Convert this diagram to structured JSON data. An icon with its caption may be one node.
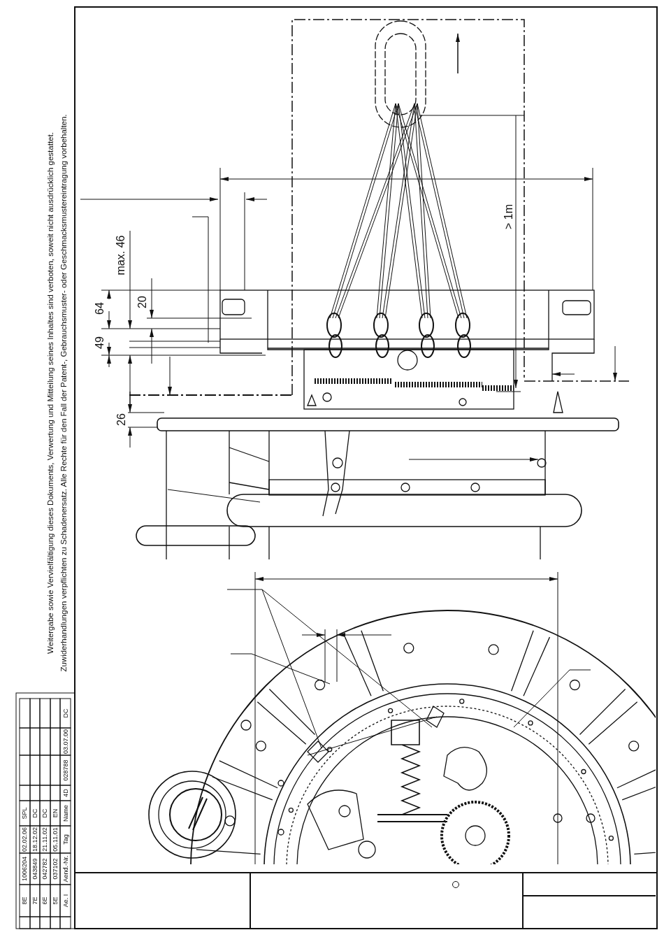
{
  "diagram": {
    "labels": [
      "Weitergabe sowie Vervielfältigung dieses Dokuments, Verwertung und Mitteilung seines Inhaltes sind verboten, soweit nicht ausdrücklich gestattet.",
      "Zuwiderhandlungen verpflichten zu Schadenersatz. Alle Rechte für den Fall der Patent-, Gebrauchsmuster- oder Geschmacksmustereintragung vorbehalten.",
      "max. 46",
      "64",
      "20",
      "49",
      "26",
      "> 1m",
      "8E",
      "1006204",
      "02.02.06",
      "SPL",
      "7E",
      "043849",
      "18.12.02",
      "DC",
      "6E",
      "042782",
      "21.11.02",
      "DC",
      "5E",
      "037102",
      "05.11.01",
      "EN",
      "Ae. I",
      "Aend.-Nr.",
      "Tag",
      "Name",
      "4D",
      "028788",
      "03.07.00",
      "DC"
    ]
  }
}
